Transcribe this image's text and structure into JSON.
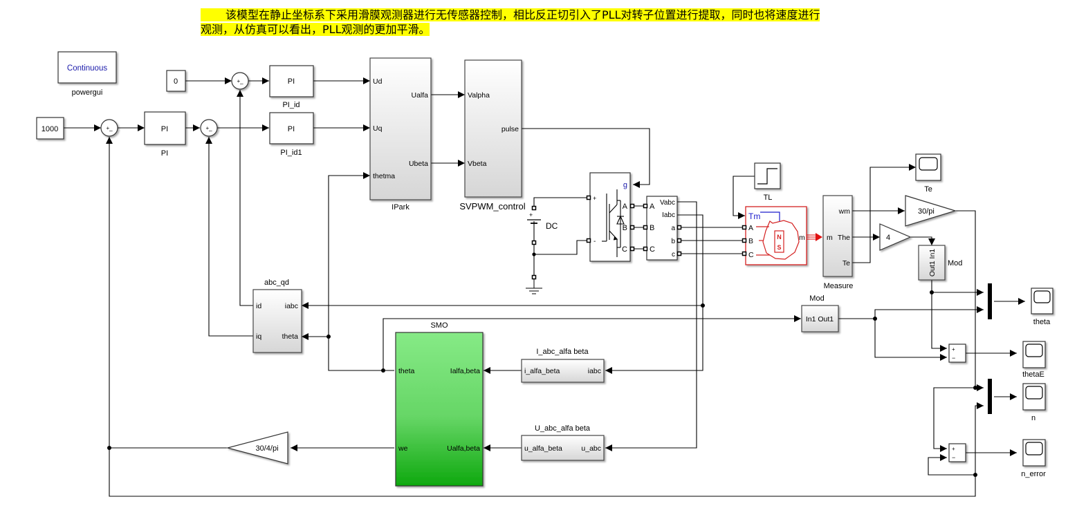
{
  "annotation": {
    "line1": "该模型在静止坐标系下采用滑膜观测器进行无传感器控制，相比反正切引入了PLL对转子位置进行提取，同时也将速度进行",
    "line2": "观测，从仿真可以看出，PLL观测的更加平滑。",
    "highlight_color": "#ffff00"
  },
  "blocks": {
    "powergui": {
      "content": "Continuous",
      "name": "powergui"
    },
    "const_speed": {
      "value": "1000"
    },
    "const_id": {
      "value": "0"
    },
    "pi_speed": {
      "content": "PI",
      "name": "PI"
    },
    "pi_id": {
      "content": "PI",
      "name": "PI_id"
    },
    "pi_iq": {
      "content": "PI",
      "name": "PI_id1"
    },
    "sum_sign": "+_",
    "ipark": {
      "name": "IPark",
      "inputs": [
        "Ud",
        "Uq",
        "thetma"
      ],
      "outputs": [
        "Ualfa",
        "Ubeta"
      ]
    },
    "svpwm": {
      "name": "SVPWM_control",
      "inputs": [
        "Valpha",
        "Vbeta"
      ],
      "outputs": [
        "pulse"
      ]
    },
    "dc": {
      "name": "DC",
      "plus": "+"
    },
    "inverter": {
      "ports_left": [
        "+",
        "-"
      ],
      "gate": "g",
      "ports_right": [
        "A",
        "B",
        "C"
      ]
    },
    "vi_meas": {
      "ports_left": [
        "A",
        "B",
        "C"
      ],
      "ports_right": [
        "Vabc",
        "Iabc",
        "a",
        "b",
        "c"
      ]
    },
    "tl": {
      "name": "TL"
    },
    "pmsm": {
      "tm": "Tm",
      "ports": [
        "A",
        "B",
        "C"
      ],
      "m": "m",
      "n": "N",
      "s": "S",
      "color": "#d42020"
    },
    "measure": {
      "name": "Measure",
      "input": "m",
      "outputs": [
        "wm",
        "The",
        "Te"
      ]
    },
    "scope_te": {
      "name": "Te"
    },
    "gain_rpm": {
      "value": "30/pi"
    },
    "gain_pp": {
      "value": "4"
    },
    "mod_top": {
      "name": "Mod",
      "ports": "Out1 In1"
    },
    "mod_bot": {
      "name": "Mod",
      "ports": "In1 Out1"
    },
    "abc_qd": {
      "name": "abc_qd",
      "left": [
        "id",
        "iq"
      ],
      "right": [
        "iabc",
        "theta"
      ]
    },
    "smo": {
      "name": "SMO",
      "left": [
        "theta",
        "we"
      ],
      "right": [
        "Ialfa,beta",
        "Ualfa,beta"
      ],
      "color": "#22bb22"
    },
    "i_clarke": {
      "name": "I_abc_alfa beta",
      "left": "i_alfa_beta",
      "right": "iabc"
    },
    "u_clarke": {
      "name": "U_abc_alfa beta",
      "left": "u_alfa_beta",
      "right": "u_abc"
    },
    "gain_we": {
      "value": "30/4/pi"
    },
    "sub_theta": {
      "plus": "+",
      "minus": "−"
    },
    "sub_n": {
      "plus": "+",
      "minus": "−"
    },
    "scope_theta": {
      "name": "theta"
    },
    "scope_thetaE": {
      "name": "thetaE"
    },
    "scope_n": {
      "name": "n"
    },
    "scope_nerr": {
      "name": "n_error"
    }
  }
}
